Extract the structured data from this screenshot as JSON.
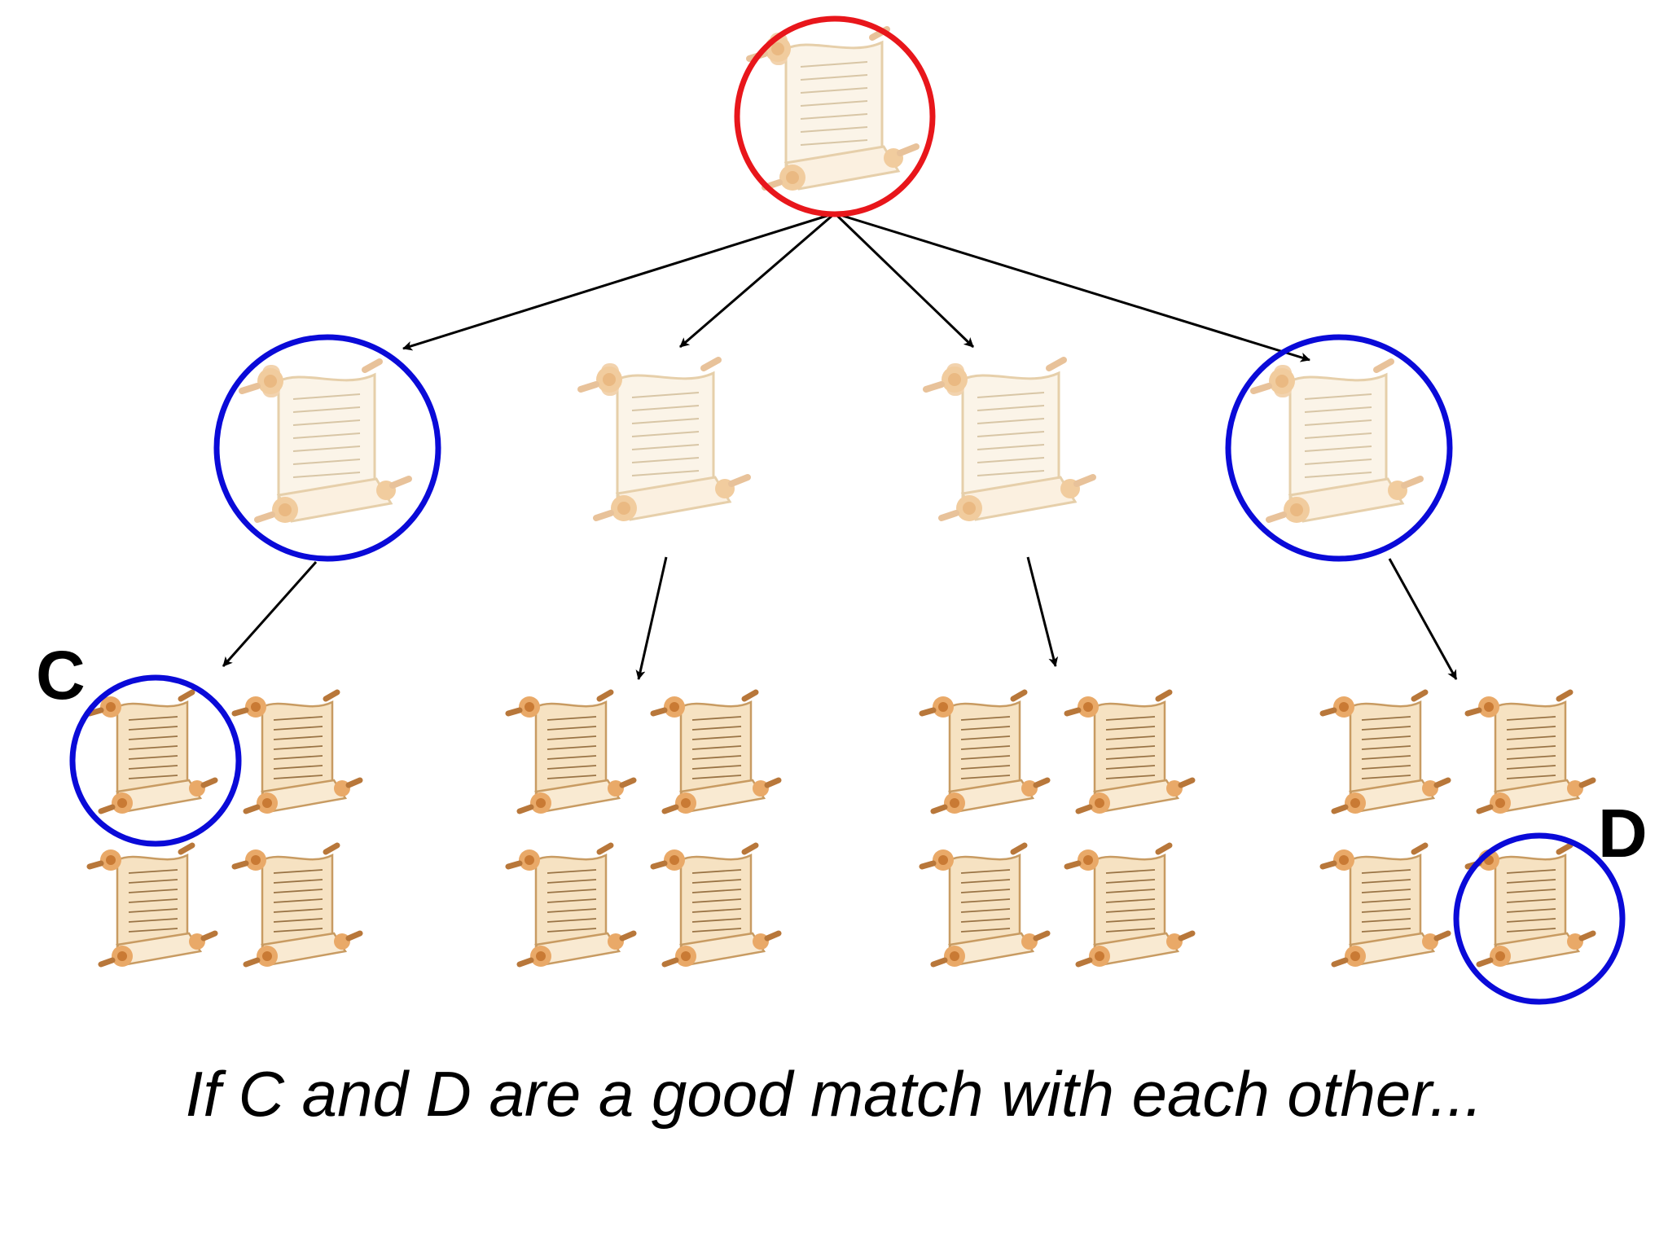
{
  "labels": {
    "c": "C",
    "d": "D"
  },
  "caption": "If C and D are a good match with each other...",
  "colors": {
    "root_highlight": "#e8161b",
    "selected_highlight": "#0a0ad8",
    "arrow": "#000000",
    "scroll_paper_faded": "#fbf4e8",
    "scroll_paper": "#f6e2c2",
    "scroll_roll": "#e9a968",
    "scroll_text": "#8a6a3a"
  },
  "tree": {
    "root": {
      "name": "root-scroll",
      "highlight": "red"
    },
    "middle": [
      {
        "name": "middle-scroll-1",
        "highlight": "blue"
      },
      {
        "name": "middle-scroll-2",
        "highlight": "none"
      },
      {
        "name": "middle-scroll-3",
        "highlight": "none"
      },
      {
        "name": "middle-scroll-4",
        "highlight": "blue"
      }
    ],
    "leaf_groups": [
      {
        "name": "leaf-group-1",
        "count": 4,
        "highlighted_index": 0,
        "label": "C"
      },
      {
        "name": "leaf-group-2",
        "count": 4
      },
      {
        "name": "leaf-group-3",
        "count": 4
      },
      {
        "name": "leaf-group-4",
        "count": 4,
        "highlighted_index": 3,
        "label": "D"
      }
    ]
  },
  "icons": {
    "scroll": "scroll-icon",
    "arrow": "arrow-icon",
    "highlight": "circle-highlight"
  }
}
